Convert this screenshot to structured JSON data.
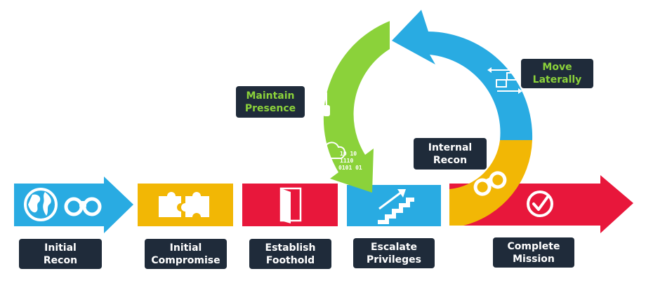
{
  "stages": [
    {
      "line1": "Initial",
      "line2": "Recon",
      "color": "#29abe2"
    },
    {
      "line1": "Initial",
      "line2": "Compromise",
      "color": "#f2b705"
    },
    {
      "line1": "Establish",
      "line2": "Foothold",
      "color": "#e8173b"
    },
    {
      "line1": "Escalate",
      "line2": "Privileges",
      "color": "#29abe2"
    },
    {
      "line1": "Complete",
      "line2": "Mission",
      "color": "#e8173b"
    }
  ],
  "cycle": [
    {
      "line1": "Maintain",
      "line2": "Presence",
      "color": "#8bd23a"
    },
    {
      "line1": "Move",
      "line2": "Laterally",
      "color": "#29abe2"
    },
    {
      "line1": "Internal",
      "line2": "Recon",
      "color": "#f2b705"
    }
  ],
  "binary_text": [
    "10 10",
    "1110",
    "0101 01"
  ],
  "icons": [
    "globe-icon",
    "binoculars-icon",
    "puzzle-icon",
    "door-icon",
    "stairs-arrow-icon",
    "checkmark-icon",
    "tools-icon",
    "cloud-data-icon",
    "network-computers-icon"
  ]
}
